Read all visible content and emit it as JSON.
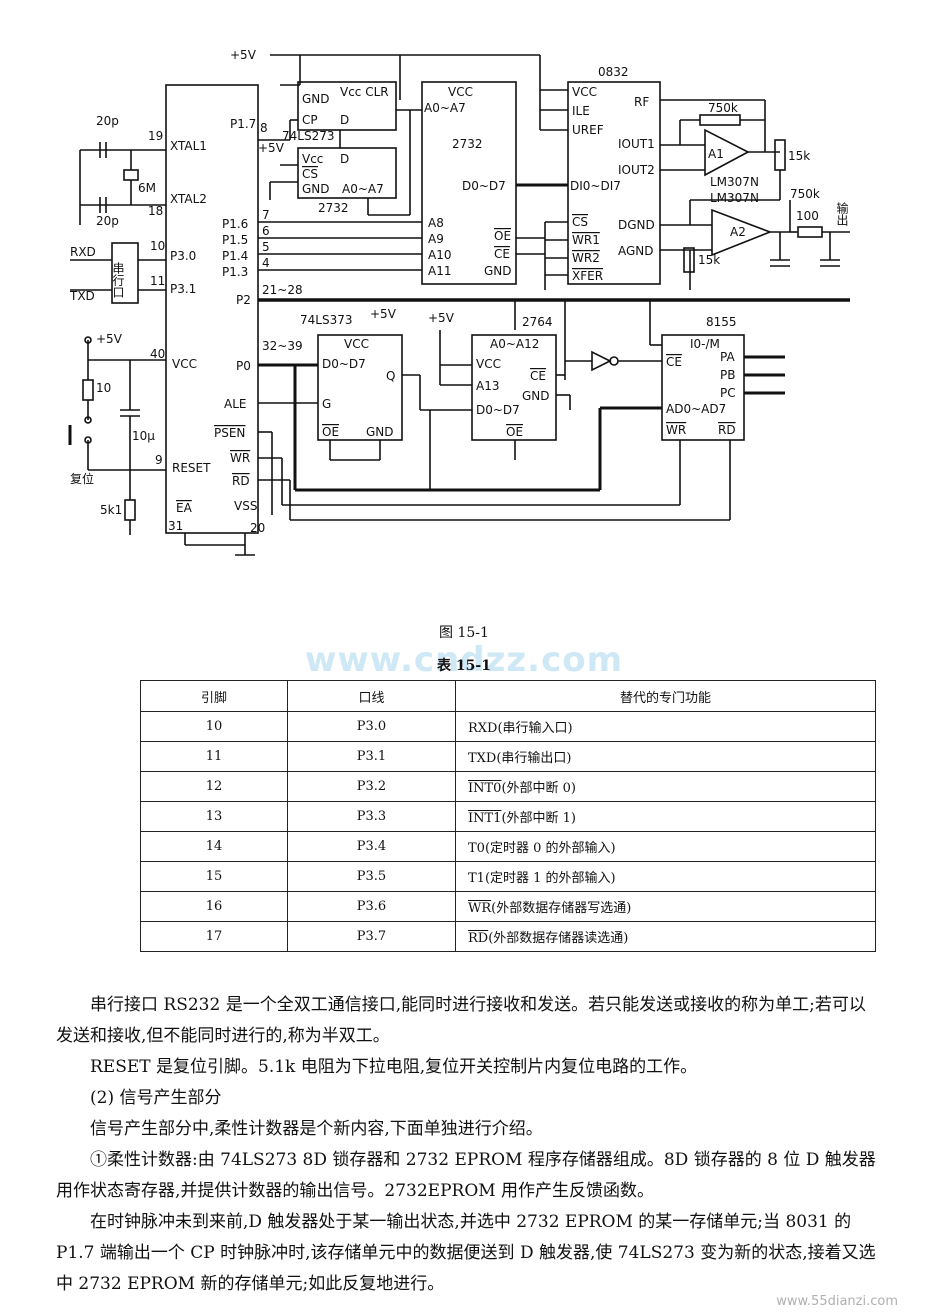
{
  "figure": {
    "caption": "图 15-1",
    "labels": {
      "vcc_top": "+5V",
      "vcc_273": "+5V",
      "vcc_373": "+5V",
      "vcc_2764": "+5V",
      "vcc_reset": "+5V",
      "cap1": "20p",
      "cap2": "20p",
      "crystal": "6M",
      "xtal1": "XTAL1",
      "xtal2": "XTAL2",
      "pin19": "19",
      "pin18": "18",
      "rxd": "RXD",
      "txd": "TXD",
      "serial_box": "串行口",
      "pin10": "10",
      "pin11": "11",
      "p30": "P3.0",
      "p31": "P3.1",
      "pin40": "40",
      "vcc_mcu": "VCC",
      "r10": "10",
      "c10u": "10μ",
      "reset_sw": "复位",
      "pin9": "9",
      "reset": "RESET",
      "r5k1": "5k1",
      "ea": "EA",
      "pin31": "31",
      "vss": "VSS",
      "pin20": "20",
      "p17": "P1.7",
      "pin8": "8",
      "p16": "P1.6",
      "p15": "P1.5",
      "p14": "P1.4",
      "p13": "P1.3",
      "pin7": "7",
      "pin6": "6",
      "pin5": "5",
      "pin4": "4",
      "p2": "P2",
      "p2pins": "21~28",
      "p0": "P0",
      "p0pins": "32~39",
      "ale": "ALE",
      "psen": "PSEN",
      "wr": "WR",
      "rd": "RD",
      "ic273_name": "74LS273",
      "ic273_gnd": "GND",
      "ic273_vcc": "Vcc CLR",
      "ic273_cp": "CP",
      "ic273_d": "D",
      "ic2732a_vcc": "Vcc",
      "ic2732a_d": "D",
      "ic2732a_cs": "CS",
      "ic2732a_gnd": "GND",
      "ic2732a_addr": "A0~A7",
      "ic2732a_name": "2732",
      "ic2732b_vcc": "VCC",
      "ic2732b_addr": "A0~A7",
      "ic2732b_name": "2732",
      "ic2732b_data": "D0~D7",
      "ic2732b_a8": "A8",
      "ic2732b_a9": "A9",
      "ic2732b_a10": "A10",
      "ic2732b_a11": "A11",
      "ic2732b_oe": "OE",
      "ic2732b_ce": "CE",
      "ic2732b_gnd": "GND",
      "dac_name": "0832",
      "dac_vcc": "VCC",
      "dac_ile": "ILE",
      "dac_uref": "UREF",
      "dac_rf": "RF",
      "dac_iout1": "IOUT1",
      "dac_iout2": "IOUT2",
      "dac_di": "DI0~DI7",
      "dac_cs": "CS",
      "dac_wr1": "WR1",
      "dac_wr2": "WR2",
      "dac_xfer": "XFER",
      "dac_dgnd": "DGND",
      "dac_agnd": "AGND",
      "r750k_a": "750k",
      "r15k_a": "15k",
      "a1": "A1",
      "lm1": "LM307N",
      "lm2": "LM307N",
      "r750k_b": "750k",
      "a2": "A2",
      "r100": "100",
      "out": "输出",
      "r15k_b": "15k",
      "ic373_name": "74LS373",
      "ic373_vcc": "VCC",
      "ic373_d": "D0~D7",
      "ic373_q": "Q",
      "ic373_g": "G",
      "ic373_oe": "OE",
      "ic373_gnd": "GND",
      "ic2764_name": "2764",
      "ic2764_addr": "A0~A12",
      "ic2764_vcc": "VCC",
      "ic2764_a13": "A13",
      "ic2764_ce": "CE",
      "ic2764_gnd": "GND",
      "ic2764_d": "D0~D7",
      "ic2764_oe": "OE",
      "ic8155_name": "8155",
      "ic8155_io": "I0-/M",
      "ic8155_ce": "CE",
      "ic8155_pa": "PA",
      "ic8155_pb": "PB",
      "ic8155_pc": "PC",
      "ic8155_ad": "AD0~AD7",
      "ic8155_wr": "WR",
      "ic8155_rd": "RD"
    }
  },
  "watermark": "www.cndzz.com",
  "table": {
    "caption": "表 15-1",
    "headers": [
      "引脚",
      "口线",
      "替代的专门功能"
    ],
    "rows": [
      {
        "pin": "10",
        "line": "P3.0",
        "func_prefix": "",
        "func_over": "",
        "func_rest": "RXD(串行输入口)"
      },
      {
        "pin": "11",
        "line": "P3.1",
        "func_prefix": "",
        "func_over": "",
        "func_rest": "TXD(串行输出口)"
      },
      {
        "pin": "12",
        "line": "P3.2",
        "func_prefix": "",
        "func_over": "INT0",
        "func_rest": "(外部中断 0)"
      },
      {
        "pin": "13",
        "line": "P3.3",
        "func_prefix": "",
        "func_over": "INT1",
        "func_rest": "(外部中断 1)"
      },
      {
        "pin": "14",
        "line": "P3.4",
        "func_prefix": "",
        "func_over": "",
        "func_rest": "T0(定时器 0 的外部输入)"
      },
      {
        "pin": "15",
        "line": "P3.5",
        "func_prefix": "",
        "func_over": "",
        "func_rest": "T1(定时器 1 的外部输入)"
      },
      {
        "pin": "16",
        "line": "P3.6",
        "func_prefix": "",
        "func_over": "WR",
        "func_rest": "(外部数据存储器写选通)"
      },
      {
        "pin": "17",
        "line": "P3.7",
        "func_prefix": "",
        "func_over": "RD",
        "func_rest": "(外部数据存储器读选通)"
      }
    ]
  },
  "text": {
    "p1": "串行接口 RS232 是一个全双工通信接口,能同时进行接收和发送。若只能发送或接收的称为单工;若可以发送和接收,但不能同时进行的,称为半双工。",
    "p2": "RESET 是复位引脚。5.1k 电阻为下拉电阻,复位开关控制片内复位电路的工作。",
    "p3": "(2) 信号产生部分",
    "p4": "信号产生部分中,柔性计数器是个新内容,下面单独进行介绍。",
    "p5": "①柔性计数器:由 74LS273 8D 锁存器和 2732 EPROM 程序存储器组成。8D 锁存器的 8 位 D 触发器用作状态寄存器,并提供计数器的输出信号。2732EPROM 用作产生反馈函数。",
    "p6": "在时钟脉冲未到来前,D 触发器处于某一输出状态,并选中 2732 EPROM 的某一存储单元;当 8031 的 P1.7 端输出一个 CP 时钟脉冲时,该存储单元中的数据便送到 D 触发器,使 74LS273 变为新的状态,接着又选中 2732 EPROM 新的存储单元;如此反复地进行。"
  },
  "footer": "www.55dianzi.com"
}
